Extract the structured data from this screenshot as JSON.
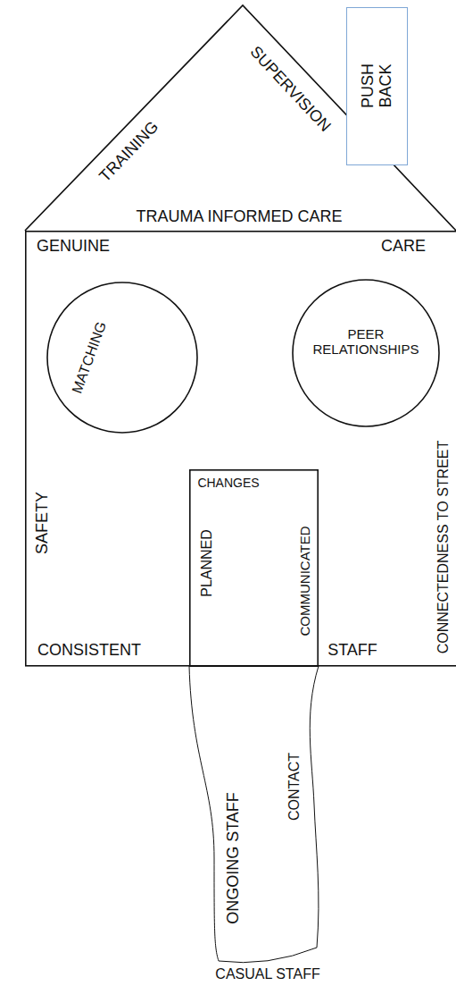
{
  "diagram": {
    "nodes": [
      {
        "text": [
          "TRAINING",
          "SUPERVISION",
          "TRAUMA INFORMED CARE"
        ]
      },
      {
        "text": [
          "PUSH BACK"
        ]
      },
      {
        "text": [
          "GENUINE",
          "CARE",
          "SAFETY",
          "CONSISTENT",
          "STAFF",
          "CONNECTEDNESS TO STREET"
        ]
      },
      {
        "text": [
          "MATCHING"
        ],
        "in": 2
      },
      {
        "text": [
          "PEER RELATIONSHIPS"
        ],
        "in": 2
      },
      {
        "text": [
          "CHANGES",
          "PLANNED",
          "COMMUNICATED"
        ],
        "in": 2
      },
      {
        "text": [
          "ONGOING STAFF",
          "CONTACT",
          "CASUAL STAFF"
        ]
      }
    ]
  }
}
